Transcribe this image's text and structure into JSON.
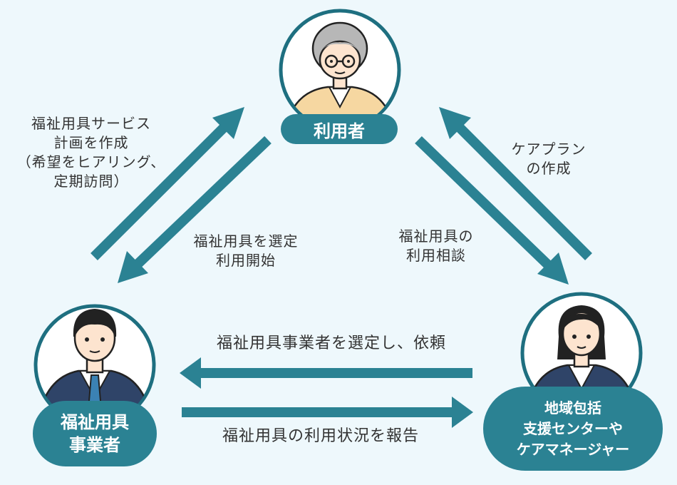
{
  "nodes": {
    "user": {
      "label": "利用者"
    },
    "provider": {
      "label_line1": "福祉用具",
      "label_line2": "事業者"
    },
    "care_manager": {
      "label_line1": "地域包括",
      "label_line2": "支援センターや",
      "label_line3": "ケアマネージャー"
    }
  },
  "edges": {
    "service_plan": {
      "line1": "福祉用具サービス",
      "line2": "計画を作成",
      "line3": "（希望をヒアリング、",
      "line4": "定期訪問）"
    },
    "select_start": {
      "line1": "福祉用具を選定",
      "line2": "利用開始"
    },
    "consult": {
      "line1": "福祉用具の",
      "line2": "利用相談"
    },
    "care_plan": {
      "line1": "ケアプラン",
      "line2": "の作成"
    },
    "request": {
      "text": "福祉用具事業者を選定し、依頼"
    },
    "report": {
      "text": "福祉用具の利用状況を報告"
    }
  },
  "colors": {
    "background": "#eef8fc",
    "accent": "#2b8293",
    "circle_border": "#1e6f80",
    "text": "#333333"
  }
}
